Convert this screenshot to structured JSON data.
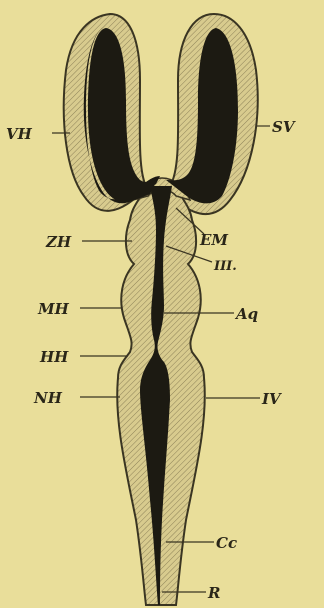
{
  "figure": {
    "labels": {
      "vh": "VH",
      "sv": "SV",
      "zh": "ZH",
      "em": "EM",
      "iii": "III.",
      "mh": "MH",
      "aq": "Aq",
      "hh": "HH",
      "nh": "NH",
      "iv": "IV",
      "cc": "Cc",
      "r": "R"
    },
    "colors": {
      "background": "#e9de9a",
      "tissue_fill": "#d6c98c",
      "cavity": "#1c1a12",
      "ink": "#2a2618"
    }
  }
}
